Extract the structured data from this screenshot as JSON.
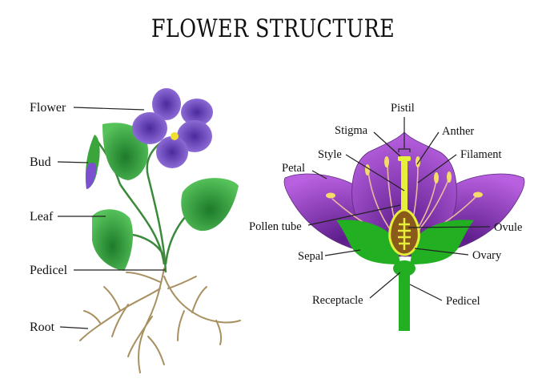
{
  "title": "FLOWER STRUCTURE",
  "plant_diagram": {
    "labels": [
      {
        "id": "flower",
        "text": "Flower"
      },
      {
        "id": "bud",
        "text": "Bud"
      },
      {
        "id": "leaf",
        "text": "Leaf"
      },
      {
        "id": "pedicel",
        "text": "Pedicel"
      },
      {
        "id": "root",
        "text": "Root"
      }
    ]
  },
  "flower_diagram": {
    "labels": [
      {
        "id": "pistil",
        "text": "Pistil"
      },
      {
        "id": "stigma",
        "text": "Stigma"
      },
      {
        "id": "anther",
        "text": "Anther"
      },
      {
        "id": "style",
        "text": "Style"
      },
      {
        "id": "filament",
        "text": "Filament"
      },
      {
        "id": "petal",
        "text": "Petal"
      },
      {
        "id": "pollen-tube",
        "text": "Pollen tube"
      },
      {
        "id": "ovule",
        "text": "Ovule"
      },
      {
        "id": "sepal",
        "text": "Sepal"
      },
      {
        "id": "ovary",
        "text": "Ovary"
      },
      {
        "id": "receptacle",
        "text": "Receptacle"
      },
      {
        "id": "pedicel",
        "text": "Pedicel"
      }
    ]
  },
  "colors": {
    "violet": "#7a4fd0",
    "petal_purple": "#a24fd6",
    "leaf_green": "#3aa53a",
    "sepal_green": "#22b022",
    "root_brown": "#a89060",
    "pistil_yellow": "#e6ef3a"
  }
}
